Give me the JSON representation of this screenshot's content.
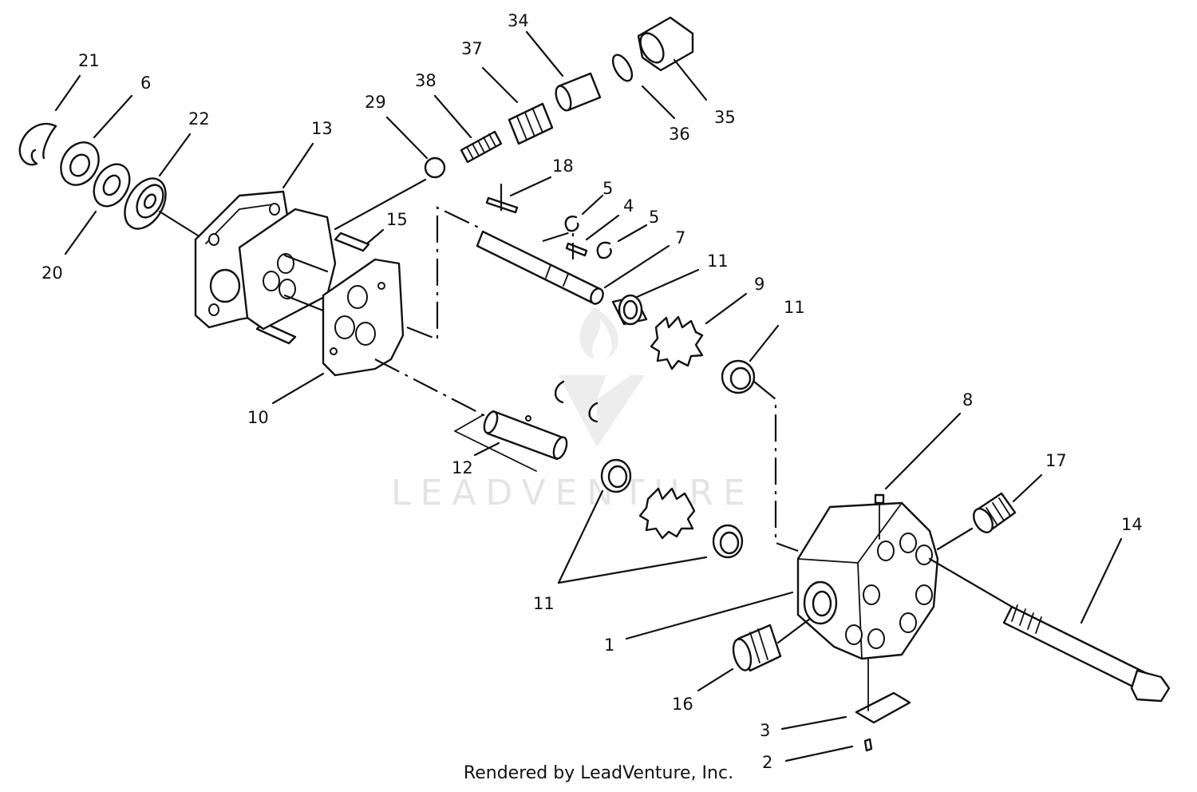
{
  "footer": "Rendered by LeadVenture, Inc.",
  "watermark": "LEADVENTURE",
  "callouts": [
    "21",
    "6",
    "22",
    "13",
    "20",
    "29",
    "38",
    "37",
    "34",
    "36",
    "35",
    "18",
    "5",
    "4",
    "5",
    "7",
    "15",
    "11",
    "9",
    "11",
    "10",
    "12",
    "8",
    "17",
    "14",
    "11",
    "1",
    "16",
    "3",
    "2"
  ],
  "colors": {
    "ink": "#111111",
    "watermark": "#cfcfcf",
    "background": "#ffffff"
  }
}
